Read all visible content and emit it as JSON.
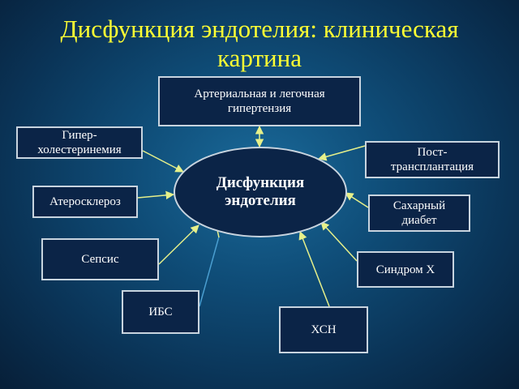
{
  "title": "Дисфункция эндотелия: клиническая\nкартина",
  "center": "Дисфункция\nэндотелия",
  "nodes": {
    "arterial": "Артериальная и легочная\nгипертензия",
    "hyperchol": "Гипер-\nхолестеринемия",
    "posttransplant": "Пост-\nтрансплантация",
    "atherosclerosis": "Атеросклероз",
    "diabetes": "Сахарный\nдиабет",
    "sepsis": "Сепсис",
    "syndrome_x": "Синдром Х",
    "ibs": "ИБС",
    "chf": "ХСН"
  },
  "colors": {
    "title": "#ffff33",
    "arrows": "#e6f08a",
    "box_fill": "#0b2447",
    "box_border": "#c8d4df"
  }
}
